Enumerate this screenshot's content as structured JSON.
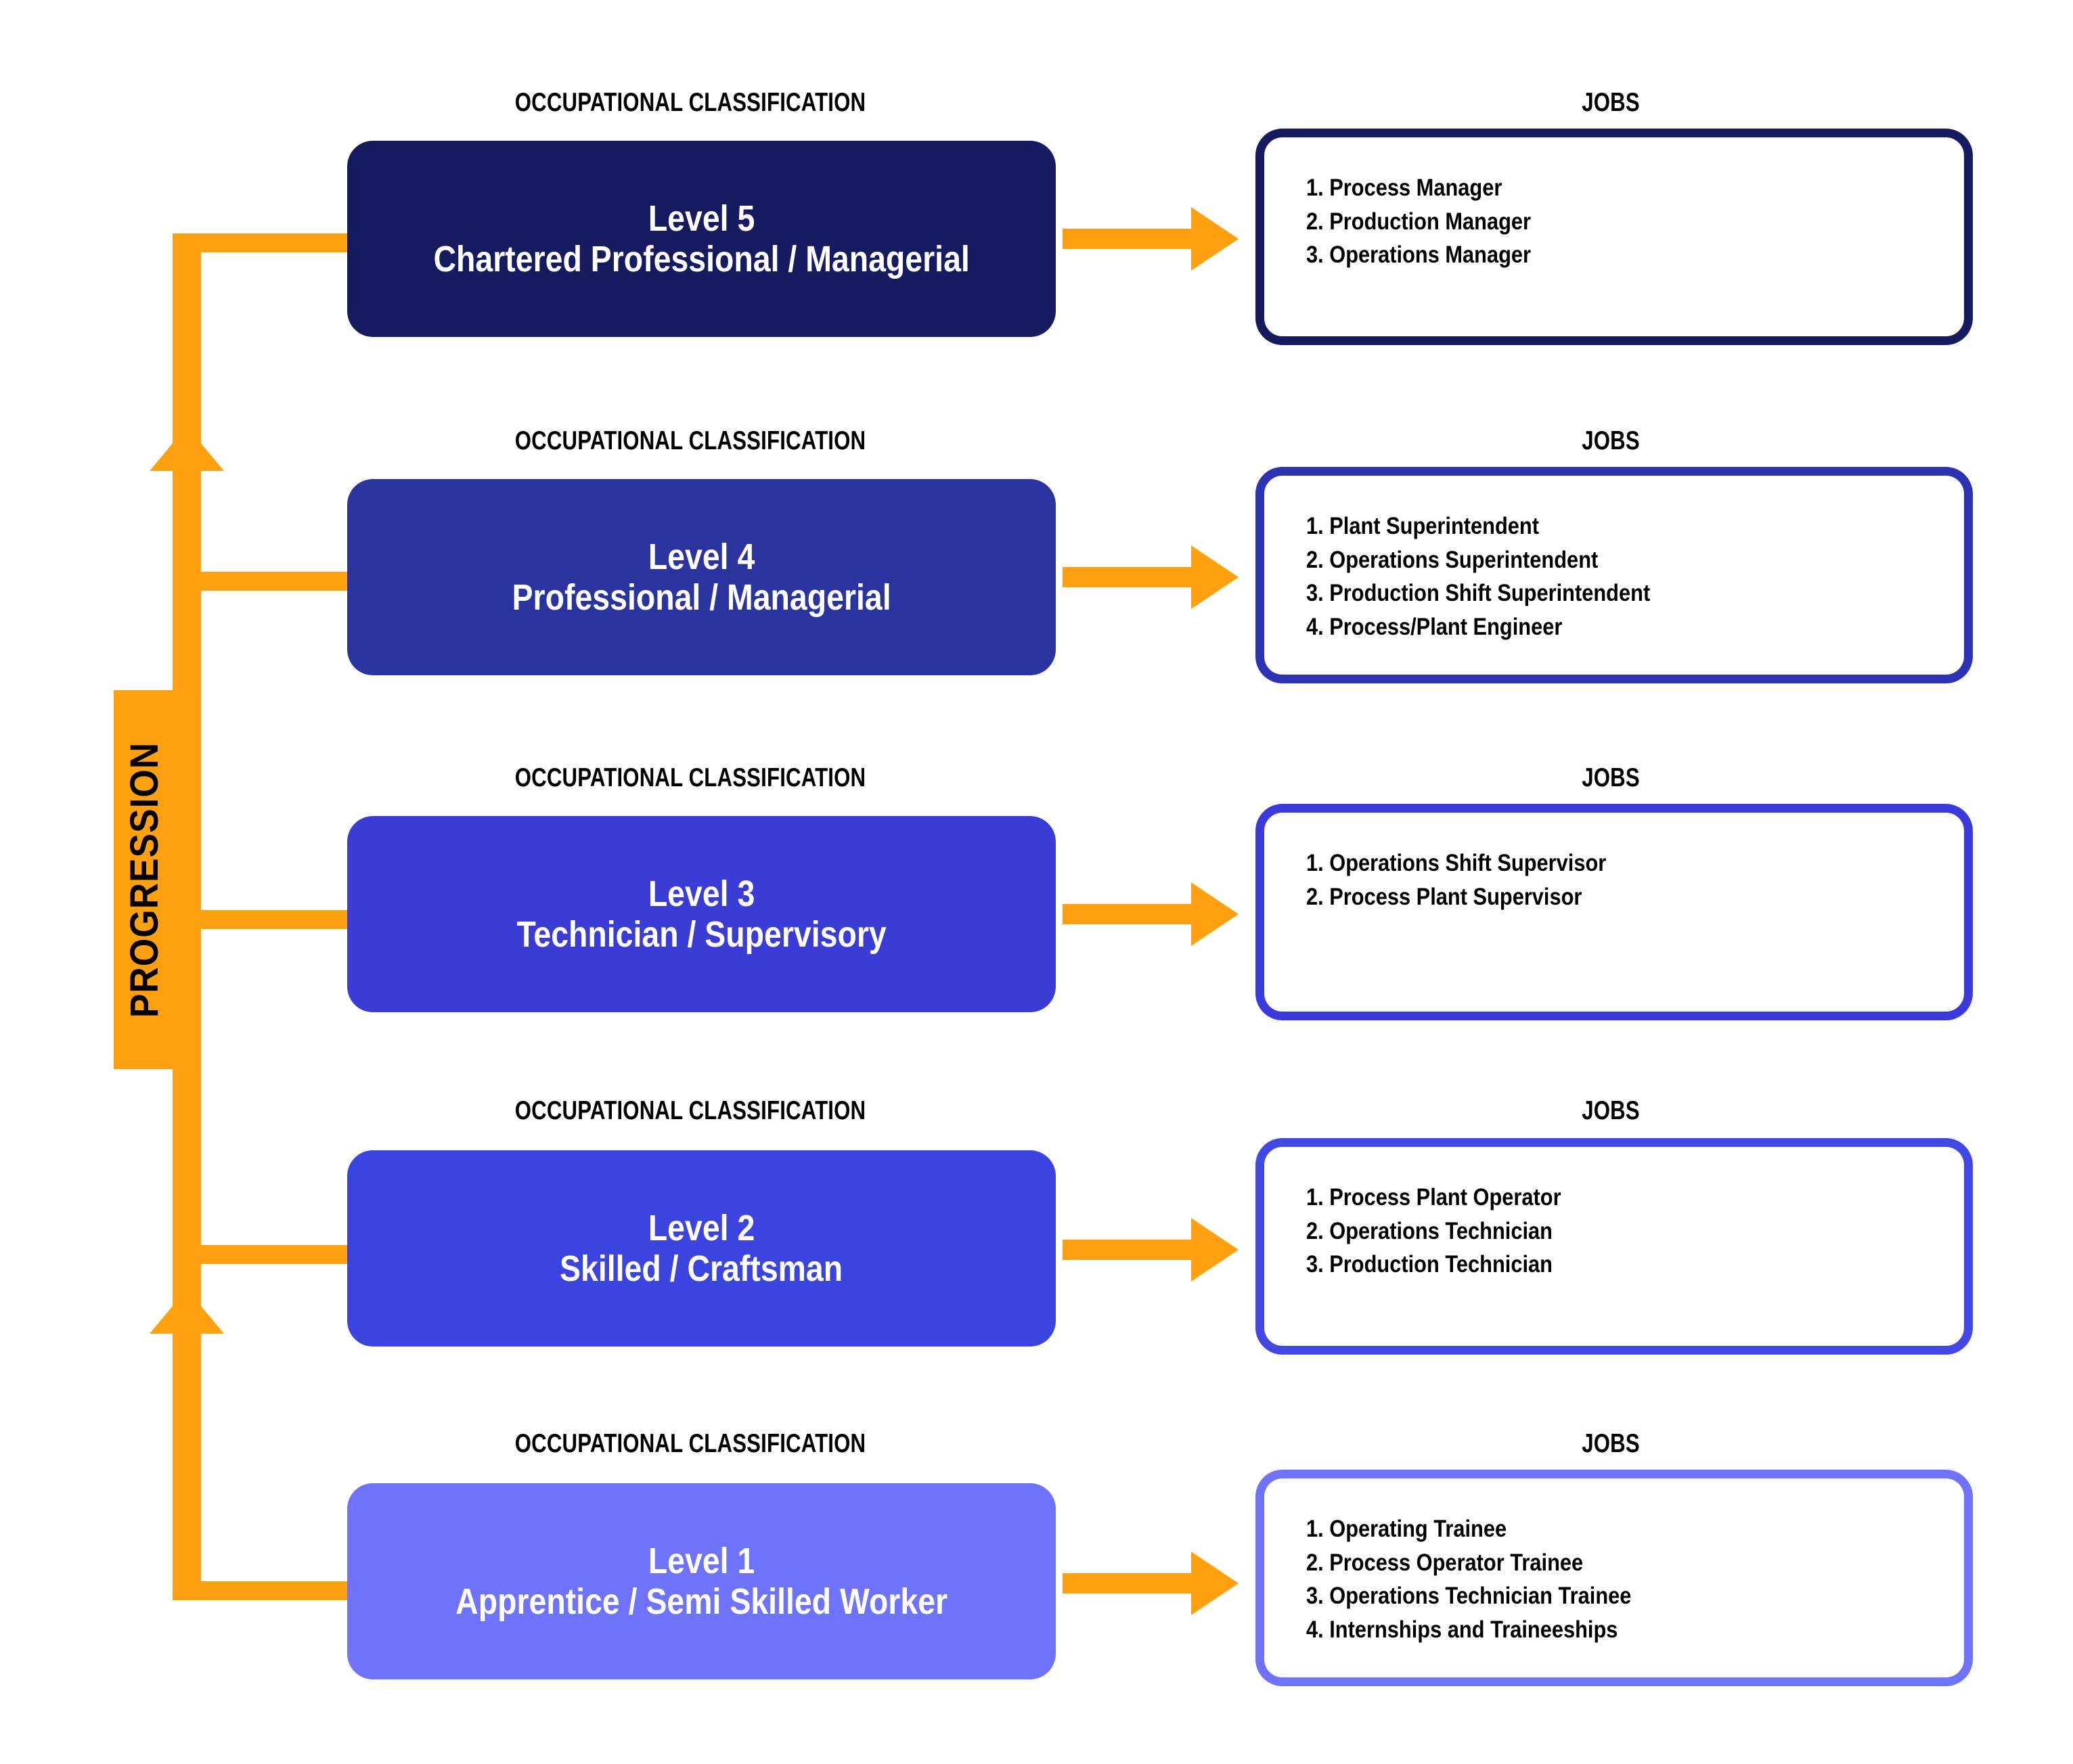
{
  "headers": {
    "occupational_classification": "OCCUPATIONAL CLASSIFICATION",
    "jobs": "JOBS"
  },
  "progression": {
    "label": "PROGRESSION"
  },
  "colors": {
    "accent_orange": "#FFA011",
    "level5": "#161b60",
    "level4": "#2b339e",
    "level3": "#3b3bd6",
    "level2": "#3b44de",
    "level1": "#6f72fb",
    "text_dark": "#000000",
    "text_light": "#ffffff"
  },
  "levels": [
    {
      "id": "level-5",
      "oc_header": "OCCUPATIONAL CLASSIFICATION",
      "jobs_header": "JOBS",
      "title": "Level 5",
      "subtitle": "Chartered Professional / Managerial",
      "fill": "#161b60",
      "border": "#161b60",
      "jobs": [
        "1. Process Manager",
        "2. Production Manager",
        "3. Operations Manager"
      ]
    },
    {
      "id": "level-4",
      "oc_header": "OCCUPATIONAL CLASSIFICATION",
      "jobs_header": "JOBS",
      "title": "Level 4",
      "subtitle": "Professional / Managerial",
      "fill": "#2b339e",
      "border": "#2b33b4",
      "jobs": [
        "1. Plant Superintendent",
        "2. Operations Superintendent",
        "3. Production Shift Superintendent",
        "4. Process/Plant Engineer"
      ]
    },
    {
      "id": "level-3",
      "oc_header": "OCCUPATIONAL CLASSIFICATION",
      "jobs_header": "JOBS",
      "title": "Level 3",
      "subtitle": "Technician / Supervisory",
      "fill": "#3b3bd6",
      "border": "#3b3bdd",
      "jobs": [
        "1. Operations Shift Supervisor",
        "2. Process Plant Supervisor"
      ]
    },
    {
      "id": "level-2",
      "oc_header": "OCCUPATIONAL CLASSIFICATION",
      "jobs_header": "JOBS",
      "title": "Level 2",
      "subtitle": "Skilled / Craftsman",
      "fill": "#3b44de",
      "border": "#4148e6",
      "jobs": [
        "1. Process Plant Operator",
        "2. Operations Technician",
        "3. Production Technician"
      ]
    },
    {
      "id": "level-1",
      "oc_header": "OCCUPATIONAL CLASSIFICATION",
      "jobs_header": "JOBS",
      "title": "Level 1",
      "subtitle": "Apprentice / Semi Skilled Worker",
      "fill": "#6f72fb",
      "border": "#6f72fb",
      "jobs": [
        "1. Operating Trainee",
        "2. Process Operator Trainee",
        "3. Operations Technician Trainee",
        "4. Internships and Traineeships"
      ]
    }
  ]
}
